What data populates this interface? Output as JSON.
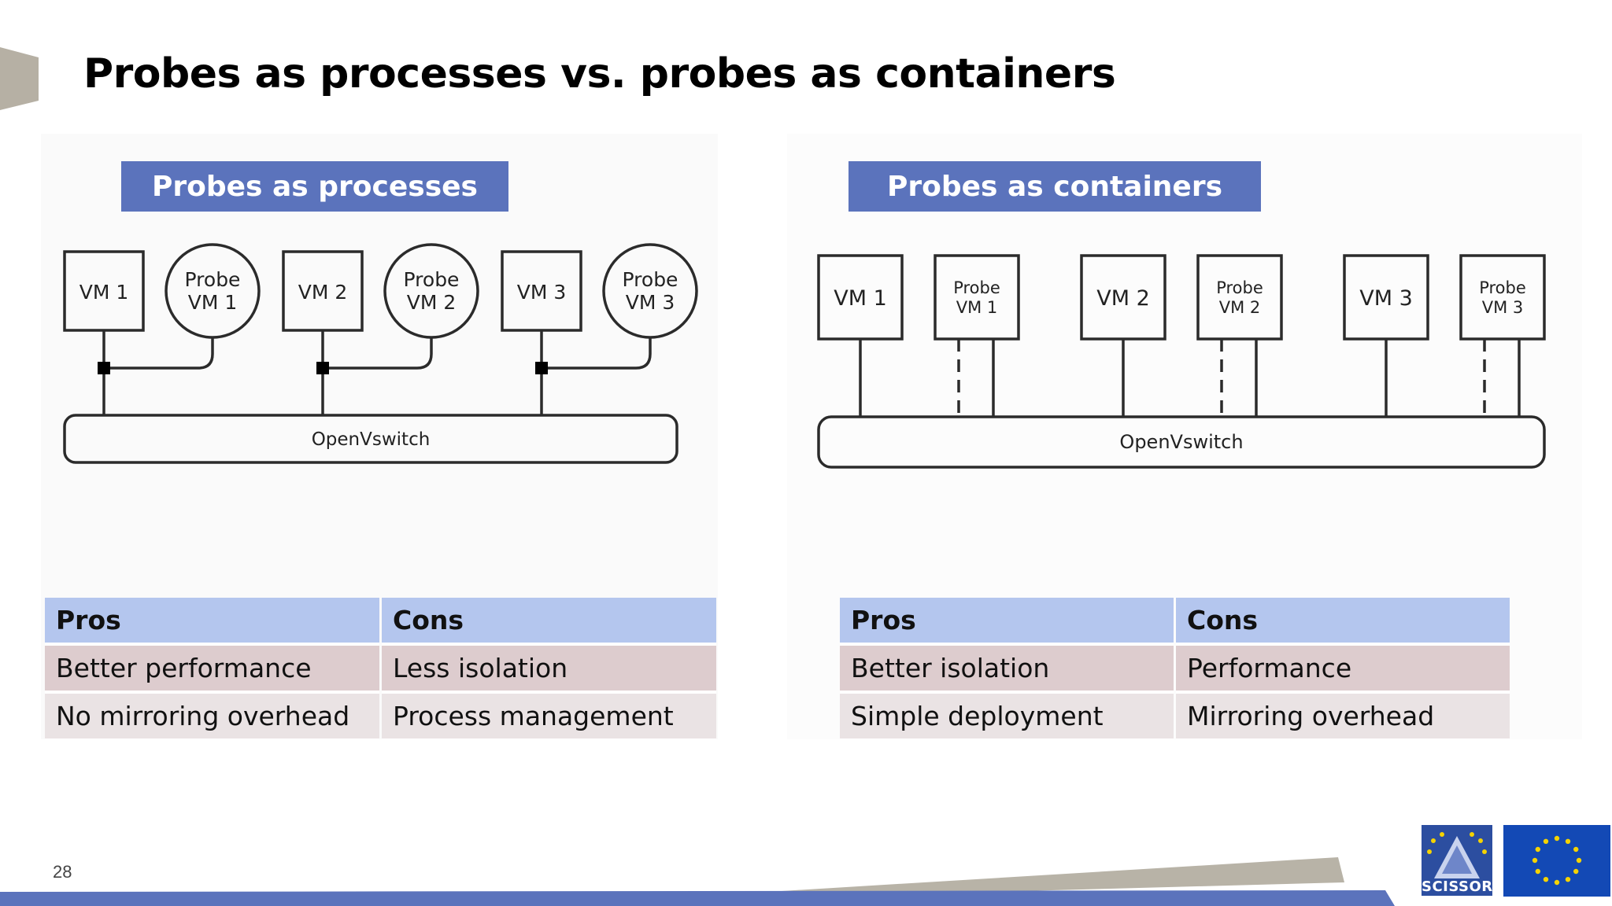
{
  "slide": {
    "title": "Probes as processes vs. probes as containers",
    "page_number": "28"
  },
  "left_panel": {
    "header": "Probes as processes",
    "diagram": {
      "vms": [
        "VM 1",
        "VM 2",
        "VM 3"
      ],
      "probes": [
        {
          "line1": "Probe",
          "line2": "VM 1"
        },
        {
          "line1": "Probe",
          "line2": "VM 2"
        },
        {
          "line1": "Probe",
          "line2": "VM 3"
        }
      ],
      "switch_label": "OpenVswitch"
    },
    "table": {
      "headers": [
        "Pros",
        "Cons"
      ],
      "rows": [
        [
          "Better performance",
          "Less isolation"
        ],
        [
          "No mirroring overhead",
          "Process management"
        ]
      ]
    }
  },
  "right_panel": {
    "header": "Probes as containers",
    "diagram": {
      "vms": [
        "VM 1",
        "VM 2",
        "VM 3"
      ],
      "probes": [
        {
          "line1": "Probe",
          "line2": "VM 1"
        },
        {
          "line1": "Probe",
          "line2": "VM 2"
        },
        {
          "line1": "Probe",
          "line2": "VM 3"
        }
      ],
      "switch_label": "OpenVswitch"
    },
    "table": {
      "headers": [
        "Pros",
        "Cons"
      ],
      "rows": [
        [
          "Better isolation",
          "Performance"
        ],
        [
          "Simple deployment",
          "Mirroring overhead"
        ]
      ]
    }
  },
  "logos": {
    "scissor_text": "SCISSOR"
  },
  "colors": {
    "accent_blue": "#5b73bc",
    "table_header": "#b4c6ee",
    "row_a": "#ddccce",
    "row_b": "#eae3e4",
    "accent_gray": "#b6b0a4"
  }
}
